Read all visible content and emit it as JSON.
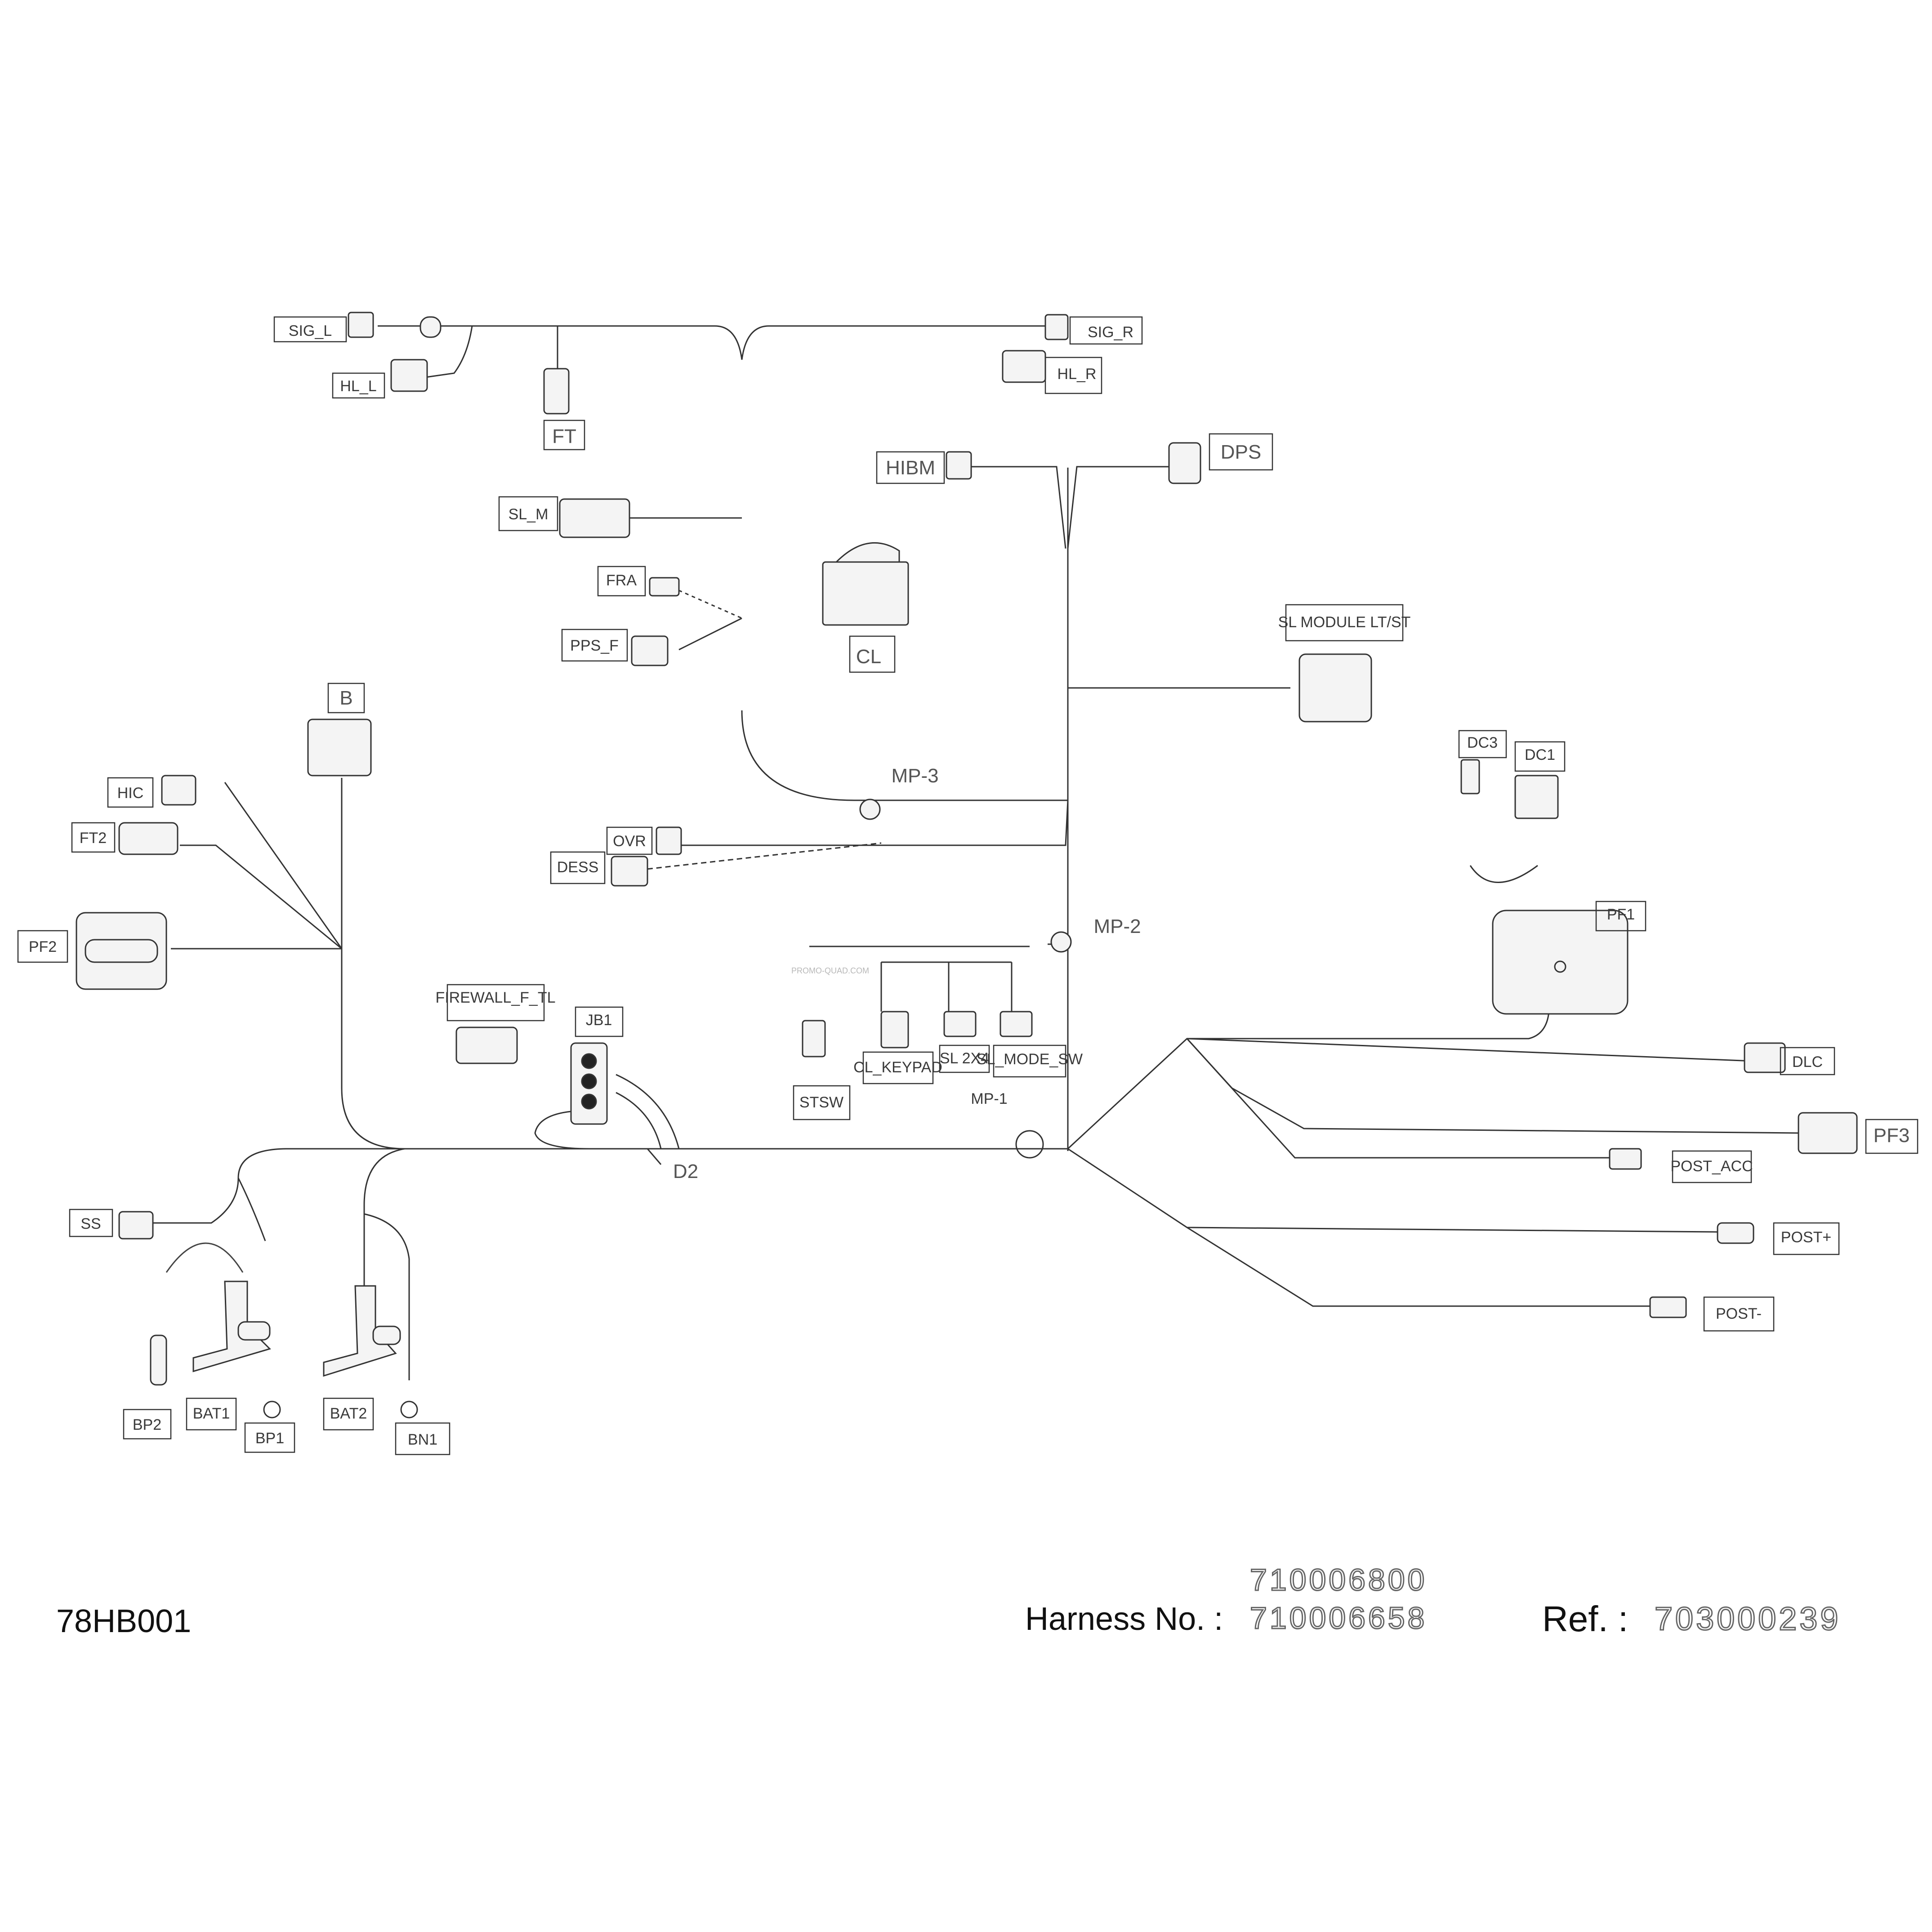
{
  "diagram_code": "78HB001",
  "harness_label": "Harness No. :",
  "harness_numbers": [
    "710006800",
    "710006658"
  ],
  "ref_label": "Ref. :",
  "ref_number": "703000239",
  "watermark": "PROMO-QUAD.COM",
  "connectors": {
    "sig_l": "SIG_L",
    "hl_l": "HL_L",
    "ft": "FT",
    "sig_r": "SIG_R",
    "hl_r": "HL_R",
    "hibm": "HIBM",
    "dps": "DPS",
    "sl_m": "SL_M",
    "fra": "FRA",
    "pps_f": "PPS_F",
    "cl": "CL",
    "sl_module": "SL MODULE LT/ST",
    "b": "B",
    "hic": "HIC",
    "ft2": "FT2",
    "pf2": "PF2",
    "mp3": "MP-3",
    "ovr": "OVR",
    "dess": "DESS",
    "dc3": "DC3",
    "dc1": "DC1",
    "pf1": "PF1",
    "mp2": "MP-2",
    "firewall": "FIREWALL_F_TL",
    "jb1": "JB1",
    "cl_keypad": "CL_KEYPAD",
    "sl_2x4": "SL 2X4",
    "sl_mode_sw": "SL_MODE_SW",
    "stsw": "STSW",
    "mp1": "MP-1",
    "d2": "D2",
    "dlc": "DLC",
    "pf3": "PF3",
    "post_acc": "POST_ACC",
    "post_plus": "POST+",
    "post_minus": "POST-",
    "ss": "SS",
    "bp2": "BP2",
    "bat1": "BAT1",
    "bp1": "BP1",
    "bat2": "BAT2",
    "bn1": "BN1"
  }
}
